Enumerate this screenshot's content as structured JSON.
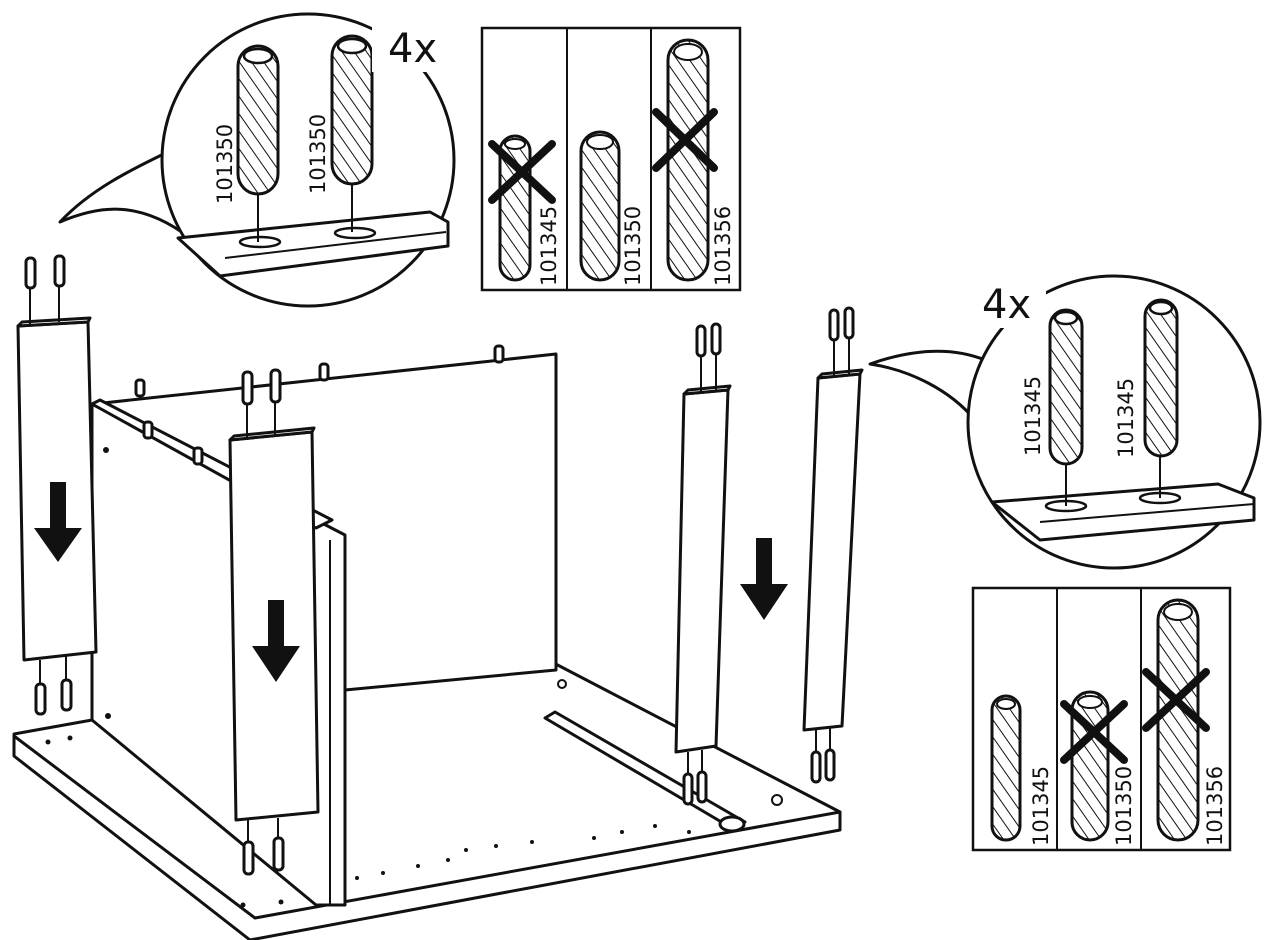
{
  "callouts": {
    "upper": {
      "quantity": "4x",
      "dowels": [
        "101350",
        "101350"
      ]
    },
    "right": {
      "quantity": "4x",
      "dowels": [
        "101345",
        "101345"
      ]
    }
  },
  "dowel_guides": {
    "upper": {
      "options": [
        {
          "code": "101345",
          "status": "wrong"
        },
        {
          "code": "101350",
          "status": "correct"
        },
        {
          "code": "101356",
          "status": "wrong"
        }
      ]
    },
    "lower": {
      "options": [
        {
          "code": "101345",
          "status": "correct"
        },
        {
          "code": "101350",
          "status": "wrong"
        },
        {
          "code": "101356",
          "status": "wrong"
        }
      ]
    }
  },
  "assembly": {
    "panels": [
      "left-front-rail",
      "left-rear-rail",
      "right-front-rail",
      "right-rear-rail"
    ],
    "arrows": [
      "down",
      "down",
      "down"
    ]
  }
}
